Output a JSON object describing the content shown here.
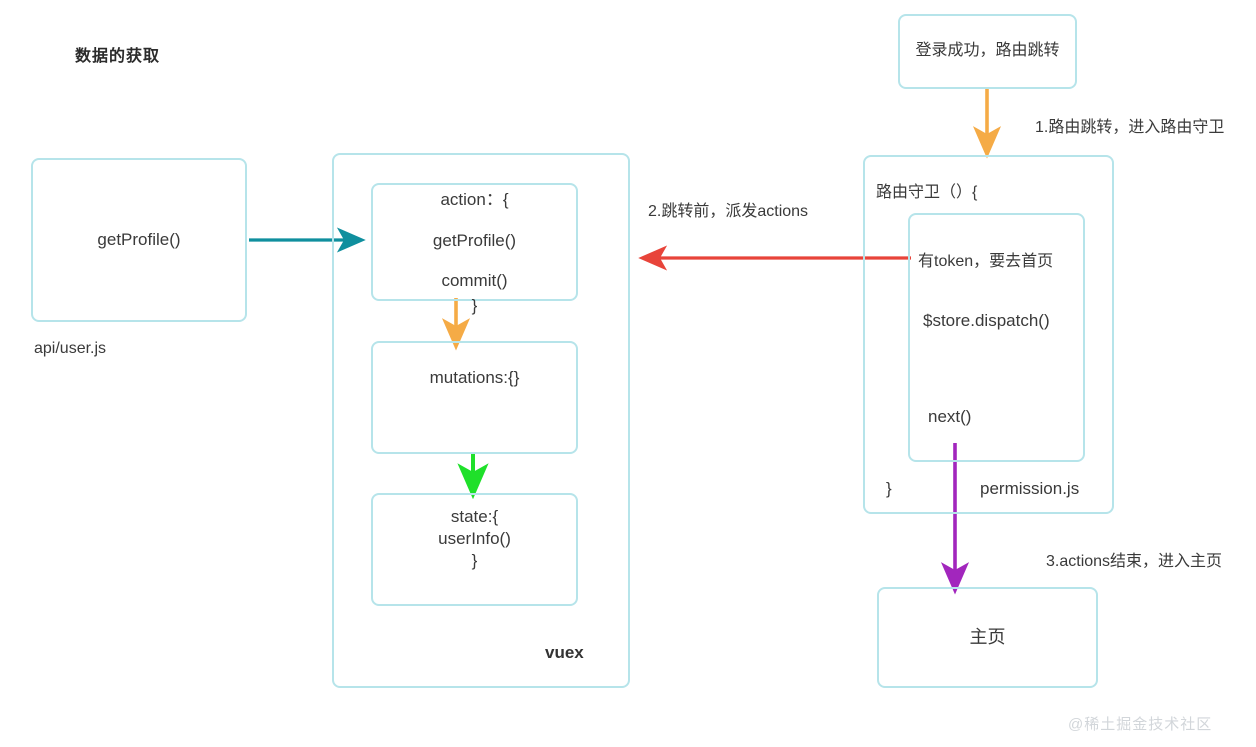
{
  "page": {
    "title": "数据的获取",
    "watermark": "@稀土掘金技术社区",
    "background": "#ffffff",
    "box_border_color": "#b6e4ea",
    "text_color": "#3a3a3a"
  },
  "nodes": {
    "api_box": {
      "text": "getProfile()",
      "caption": "api/user.js"
    },
    "vuex_container": {
      "tag": "vuex"
    },
    "action_box": {
      "line1": "action：{",
      "line2": "getProfile()",
      "line3": "commit()",
      "line4": "}"
    },
    "mutations_box": {
      "text": "mutations:{}"
    },
    "state_box": {
      "line1": "state:{",
      "line2": "userInfo()",
      "line3": "}"
    },
    "login_box": {
      "text": "登录成功，路由跳转"
    },
    "guard_box": {
      "header": "路由守卫（）{",
      "footer_brace": "}",
      "file": "permission.js"
    },
    "guard_inner_box": {
      "line1": "有token，要去首页",
      "line2": "$store.dispatch()",
      "line3": "next()"
    },
    "home_box": {
      "text": "主页"
    }
  },
  "edges": {
    "api_to_action": {
      "label": "",
      "color": "#0f8f9e"
    },
    "login_to_guard": {
      "label": "1.路由跳转，进入路由守卫",
      "color": "#f5ab46"
    },
    "guard_to_action": {
      "label": "2.跳转前，派发actions",
      "color": "#e8443a"
    },
    "action_to_mutations": {
      "label": "",
      "color": "#f5ab46"
    },
    "mutations_to_state": {
      "label": "",
      "color": "#1fe02a"
    },
    "guard_to_home": {
      "label": "3.actions结束，进入主页",
      "color": "#a226bd"
    }
  }
}
